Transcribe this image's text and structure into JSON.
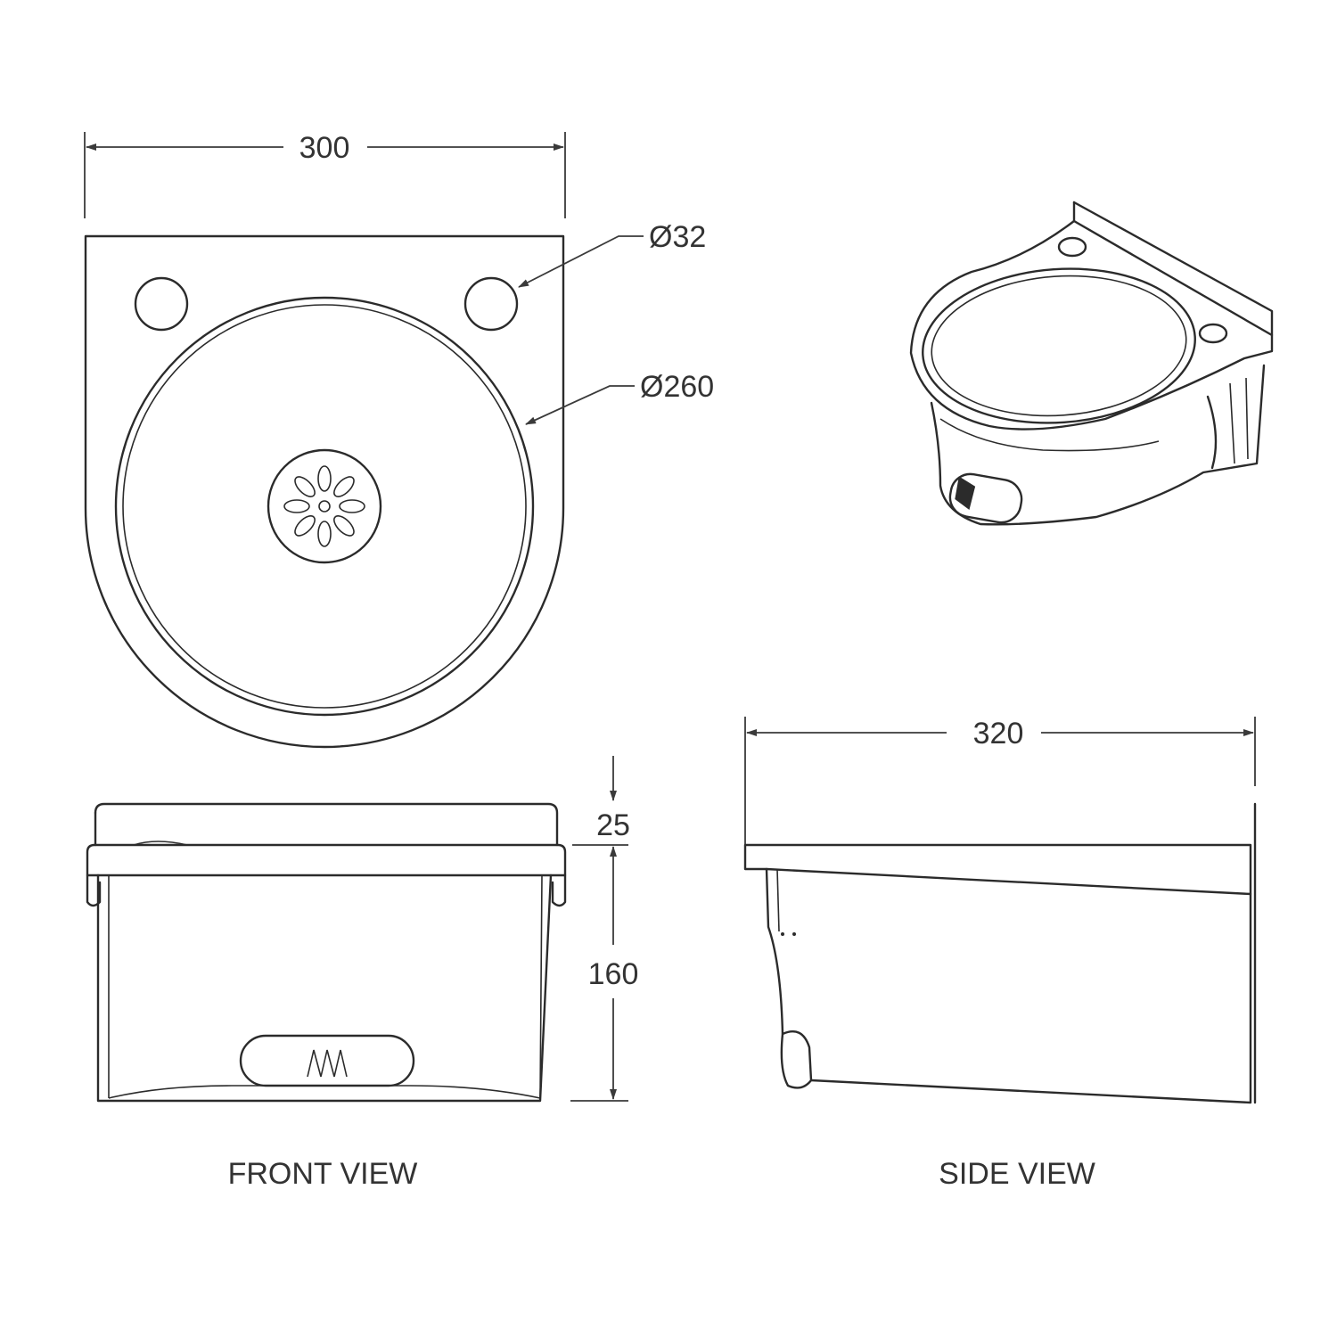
{
  "dimensions": {
    "width": "300",
    "tap_hole_diameter": "Ø32",
    "bowl_diameter": "Ø260",
    "rim_height": "25",
    "bowl_height": "160",
    "depth": "320"
  },
  "labels": {
    "front_view": "FRONT VIEW",
    "side_view": "SIDE VIEW"
  },
  "colors": {
    "line": "#2b2b2b",
    "background": "#ffffff"
  }
}
